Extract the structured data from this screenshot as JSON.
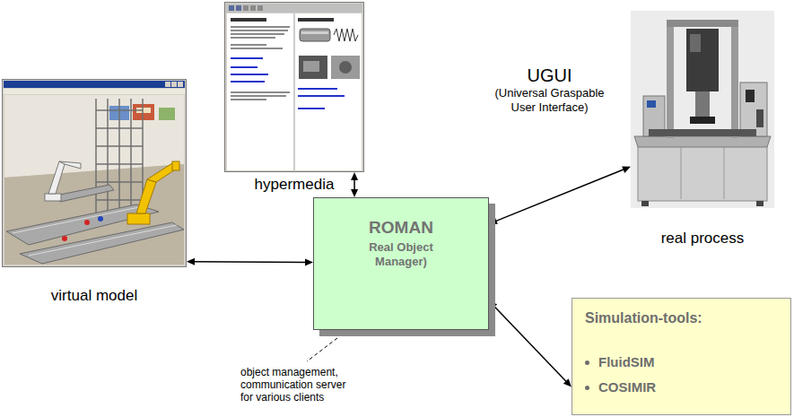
{
  "diagram": {
    "nodes": [
      {
        "text": [
          "hypermedia"
        ]
      },
      {
        "text": [
          "real process"
        ]
      },
      {
        "text": [
          "virtual model"
        ]
      },
      {
        "text": [
          "ROMAN",
          "Real Object Manager)"
        ]
      },
      {
        "text": [
          "Simulation-tools:",
          "FluidSIM",
          "COSIMIR"
        ]
      }
    ],
    "edges": [
      {
        "from": 3,
        "to": 0,
        "arrow": "both"
      },
      {
        "from": 2,
        "to": 3,
        "arrow": "both"
      },
      {
        "from": 3,
        "to": 1,
        "arrow": "both",
        "label": "UGUI (Universal Graspable User Interface)"
      },
      {
        "from": 3,
        "to": 4,
        "arrow": "both"
      }
    ],
    "labels": [
      "object management, communication server for various clients"
    ]
  }
}
